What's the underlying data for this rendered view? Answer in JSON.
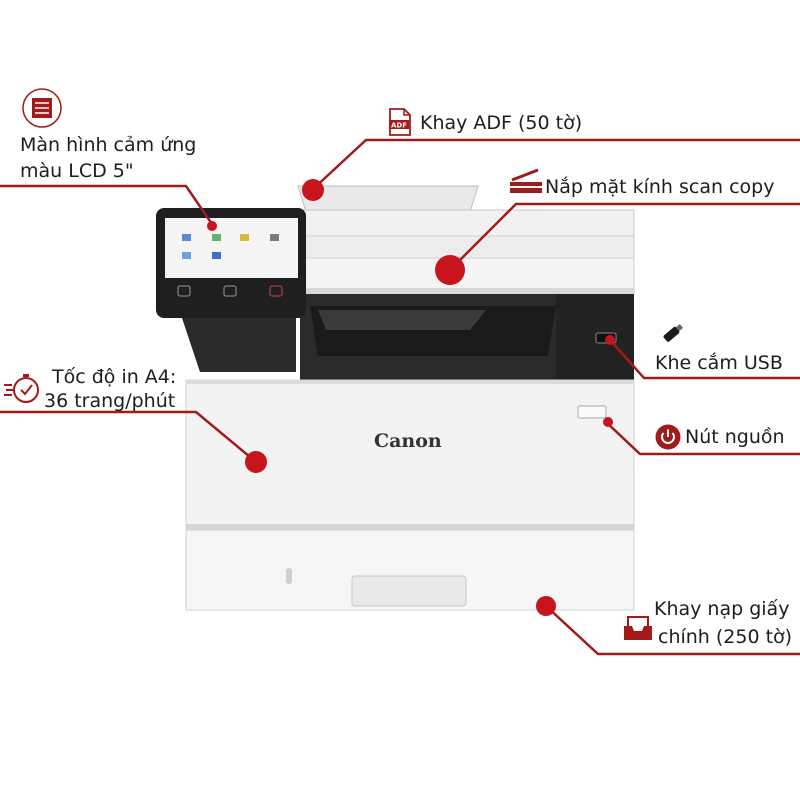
{
  "brand": {
    "logo_text": "Canon",
    "accent_color": "#a31a1a"
  },
  "callouts": {
    "lcd": {
      "line1": "Màn hình cảm ứng",
      "line2": "màu LCD 5\"",
      "icon": "touchscreen-icon"
    },
    "adf": {
      "text": "Khay ADF (50 tờ)",
      "icon": "adf-icon",
      "icon_text": "ADF"
    },
    "scanner_lid": {
      "text": "Nắp mặt kính scan copy",
      "icon": "scanner-icon"
    },
    "usb": {
      "text": "Khe cắm USB",
      "icon": "usb-drive-icon"
    },
    "speed": {
      "line1": "Tốc độ in A4:",
      "line2": "36 trang/phút",
      "icon": "stopwatch-icon"
    },
    "power": {
      "text": "Nút nguồn",
      "icon": "power-icon"
    },
    "tray": {
      "line1": "Khay nạp giấy",
      "line2": "chính (250 tờ)",
      "icon": "paper-tray-icon"
    }
  }
}
